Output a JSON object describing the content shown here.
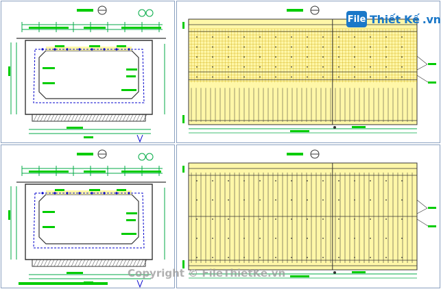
{
  "logo": {
    "badge": "File",
    "name": "Thiết Kế",
    "domain": ".vn"
  },
  "watermark": {
    "text": "Copyright © FileThietKe.vn"
  },
  "panels": [
    {
      "id": "section-view-top",
      "kind": "box-culvert-section"
    },
    {
      "id": "plan-view-top",
      "kind": "rebar-plan",
      "fill": "grid"
    },
    {
      "id": "section-view-bottom",
      "kind": "box-culvert-section"
    },
    {
      "id": "plan-view-bottom",
      "kind": "rebar-plan",
      "fill": "bars"
    }
  ],
  "colors": {
    "panel_border": "#8aa0c0",
    "annotation_green": "#00cc00",
    "dimension_green": "#00aa44",
    "structure_line": "#333333",
    "rebar_blue": "#0000cc",
    "plan_fill": "#fff7a8",
    "plan_grid": "#c9a400",
    "logo_blue": "#1b78c8"
  }
}
